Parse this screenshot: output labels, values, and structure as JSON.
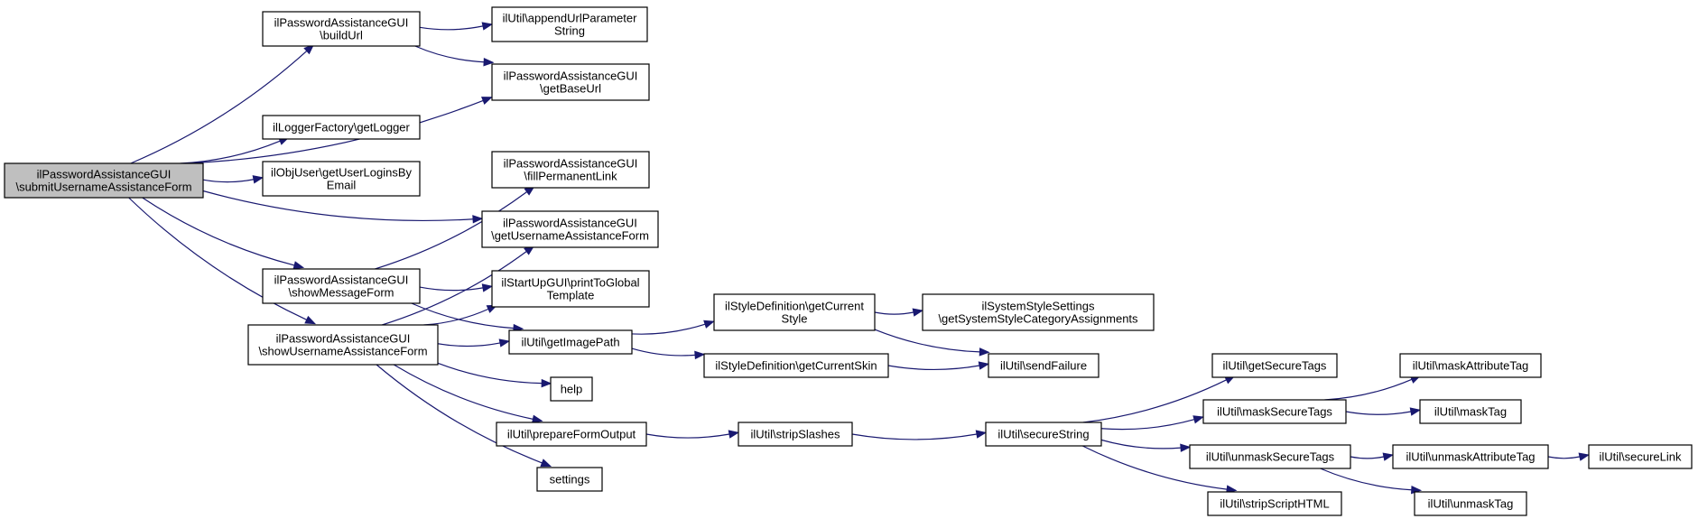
{
  "graph": {
    "nodes": [
      {
        "id": "root",
        "lines": [
          "ilPasswordAssistanceGUI",
          "\\submitUsernameAssistanceForm"
        ],
        "highlight": true
      },
      {
        "id": "buildUrl",
        "lines": [
          "ilPasswordAssistanceGUI",
          "\\buildUrl"
        ]
      },
      {
        "id": "appendUrl",
        "lines": [
          "ilUtil\\appendUrlParameter",
          "String"
        ]
      },
      {
        "id": "getBaseUrl",
        "lines": [
          "ilPasswordAssistanceGUI",
          "\\getBaseUrl"
        ]
      },
      {
        "id": "getLogger",
        "lines": [
          "ilLoggerFactory\\getLogger"
        ]
      },
      {
        "id": "getUserLogins",
        "lines": [
          "ilObjUser\\getUserLoginsBy",
          "Email"
        ]
      },
      {
        "id": "fillPermanentLink",
        "lines": [
          "ilPasswordAssistanceGUI",
          "\\fillPermanentLink"
        ]
      },
      {
        "id": "getUsernameForm",
        "lines": [
          "ilPasswordAssistanceGUI",
          "\\getUsernameAssistanceForm"
        ]
      },
      {
        "id": "showMessageForm",
        "lines": [
          "ilPasswordAssistanceGUI",
          "\\showMessageForm"
        ]
      },
      {
        "id": "printToGlobal",
        "lines": [
          "ilStartUpGUI\\printToGlobal",
          "Template"
        ]
      },
      {
        "id": "showUsernameForm",
        "lines": [
          "ilPasswordAssistanceGUI",
          "\\showUsernameAssistanceForm"
        ]
      },
      {
        "id": "getImagePath",
        "lines": [
          "ilUtil\\getImagePath"
        ]
      },
      {
        "id": "getCurrentStyle",
        "lines": [
          "ilStyleDefinition\\getCurrent",
          "Style"
        ]
      },
      {
        "id": "getSysStyle",
        "lines": [
          "ilSystemStyleSettings",
          "\\getSystemStyleCategoryAssignments"
        ]
      },
      {
        "id": "getCurrentSkin",
        "lines": [
          "ilStyleDefinition\\getCurrentSkin"
        ]
      },
      {
        "id": "sendFailure",
        "lines": [
          "ilUtil\\sendFailure"
        ]
      },
      {
        "id": "help",
        "lines": [
          "help"
        ]
      },
      {
        "id": "prepareFormOutput",
        "lines": [
          "ilUtil\\prepareFormOutput"
        ]
      },
      {
        "id": "stripSlashes",
        "lines": [
          "ilUtil\\stripSlashes"
        ]
      },
      {
        "id": "secureString",
        "lines": [
          "ilUtil\\secureString"
        ]
      },
      {
        "id": "settings",
        "lines": [
          "settings"
        ]
      },
      {
        "id": "getSecureTags",
        "lines": [
          "ilUtil\\getSecureTags"
        ]
      },
      {
        "id": "maskSecureTags",
        "lines": [
          "ilUtil\\maskSecureTags"
        ]
      },
      {
        "id": "unmaskSecureTags",
        "lines": [
          "ilUtil\\unmaskSecureTags"
        ]
      },
      {
        "id": "stripScriptHTML",
        "lines": [
          "ilUtil\\stripScriptHTML"
        ]
      },
      {
        "id": "maskAttributeTag",
        "lines": [
          "ilUtil\\maskAttributeTag"
        ]
      },
      {
        "id": "maskTag",
        "lines": [
          "ilUtil\\maskTag"
        ]
      },
      {
        "id": "unmaskAttributeTag",
        "lines": [
          "ilUtil\\unmaskAttributeTag"
        ]
      },
      {
        "id": "unmaskTag",
        "lines": [
          "ilUtil\\unmaskTag"
        ]
      },
      {
        "id": "secureLink",
        "lines": [
          "ilUtil\\secureLink"
        ]
      }
    ],
    "edges": [
      [
        "root",
        "buildUrl"
      ],
      [
        "root",
        "getBaseUrl"
      ],
      [
        "root",
        "getLogger"
      ],
      [
        "root",
        "getUserLogins"
      ],
      [
        "root",
        "getUsernameForm"
      ],
      [
        "root",
        "showMessageForm"
      ],
      [
        "root",
        "showUsernameForm"
      ],
      [
        "buildUrl",
        "appendUrl"
      ],
      [
        "buildUrl",
        "getBaseUrl"
      ],
      [
        "showMessageForm",
        "fillPermanentLink"
      ],
      [
        "showMessageForm",
        "printToGlobal"
      ],
      [
        "showMessageForm",
        "getImagePath"
      ],
      [
        "showUsernameForm",
        "getUsernameForm"
      ],
      [
        "showUsernameForm",
        "printToGlobal"
      ],
      [
        "showUsernameForm",
        "getImagePath"
      ],
      [
        "showUsernameForm",
        "help"
      ],
      [
        "showUsernameForm",
        "prepareFormOutput"
      ],
      [
        "showUsernameForm",
        "settings"
      ],
      [
        "getImagePath",
        "getCurrentStyle"
      ],
      [
        "getImagePath",
        "getCurrentSkin"
      ],
      [
        "getCurrentStyle",
        "getSysStyle"
      ],
      [
        "getCurrentStyle",
        "sendFailure"
      ],
      [
        "getCurrentSkin",
        "sendFailure"
      ],
      [
        "prepareFormOutput",
        "stripSlashes"
      ],
      [
        "stripSlashes",
        "secureString"
      ],
      [
        "secureString",
        "getSecureTags"
      ],
      [
        "secureString",
        "maskSecureTags"
      ],
      [
        "secureString",
        "unmaskSecureTags"
      ],
      [
        "secureString",
        "stripScriptHTML"
      ],
      [
        "maskSecureTags",
        "maskAttributeTag"
      ],
      [
        "maskSecureTags",
        "maskTag"
      ],
      [
        "unmaskSecureTags",
        "unmaskAttributeTag"
      ],
      [
        "unmaskSecureTags",
        "unmaskTag"
      ],
      [
        "unmaskAttributeTag",
        "secureLink"
      ]
    ]
  }
}
